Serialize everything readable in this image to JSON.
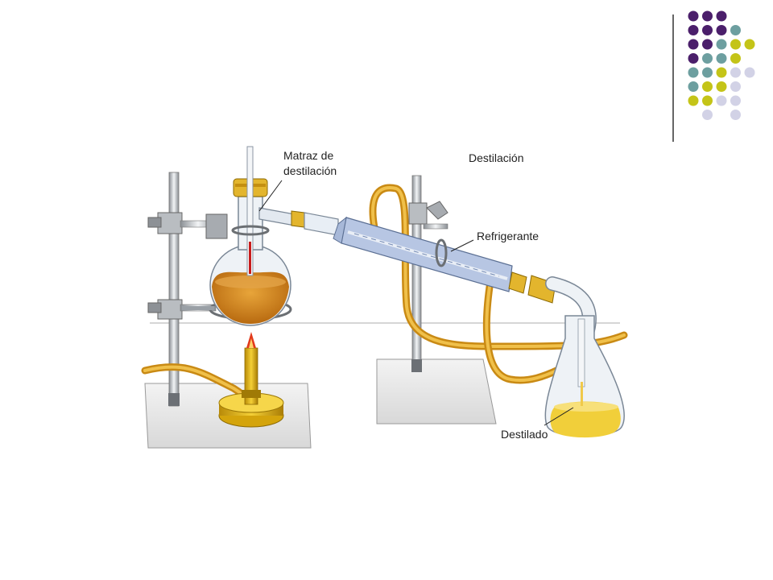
{
  "labels": {
    "flask_line1": "Matraz de",
    "flask_line2": "destilación",
    "title": "Destilación",
    "condenser": "Refrigerante",
    "distillate": "Destilado"
  },
  "colors": {
    "purple": "#4b1f6b",
    "teal": "#6d9fa0",
    "olive": "#c4c418",
    "lavender": "#d2d2e6",
    "hose": "#e2a92a",
    "liquid": "#d9861a",
    "glass": "#e9eef4",
    "condenser": "#b7c6e3",
    "metal": "#9aa0a6"
  },
  "decor": {
    "dot_grid_colors": [
      [
        "purple",
        "purple",
        "purple",
        null,
        null
      ],
      [
        "purple",
        "purple",
        "purple",
        "teal",
        null
      ],
      [
        "purple",
        "purple",
        "teal",
        "olive",
        "olive"
      ],
      [
        "purple",
        "teal",
        "teal",
        "olive",
        null
      ],
      [
        "teal",
        "teal",
        "olive",
        "lavender",
        "lavender"
      ],
      [
        "teal",
        "olive",
        "olive",
        "lavender",
        null
      ],
      [
        "olive",
        "olive",
        "lavender",
        "lavender",
        null
      ],
      [
        null,
        "lavender",
        null,
        "lavender",
        null
      ]
    ]
  }
}
